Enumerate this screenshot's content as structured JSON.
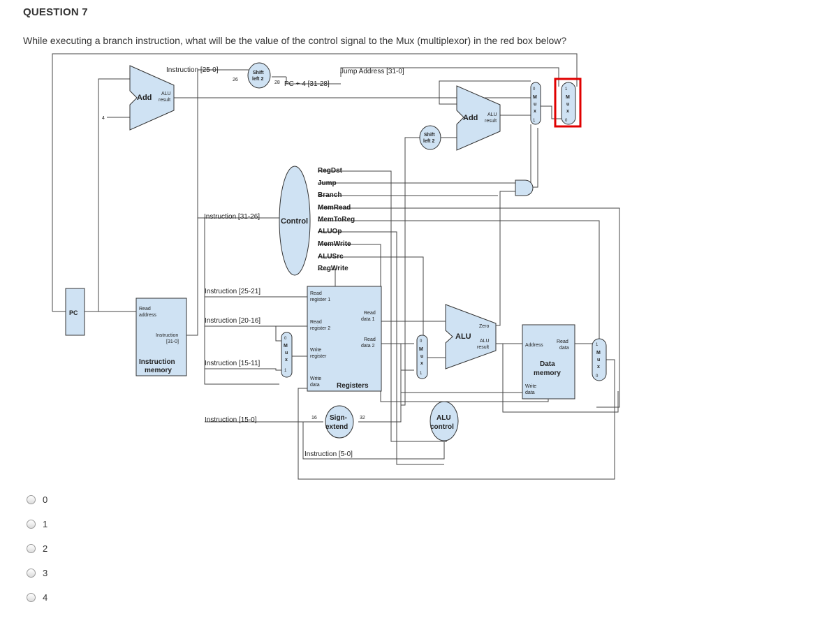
{
  "question": {
    "title": "QUESTION 7",
    "text": "While executing a branch instruction, what will be the value of the control signal to the Mux (multiplexor) in the red box below?"
  },
  "options": [
    "0",
    "1",
    "2",
    "3",
    "4"
  ],
  "colors": {
    "unit_fill": "#cfe2f3",
    "highlight": "#e00000",
    "wire": "#444444"
  },
  "diagram": {
    "labels": {
      "instr_25_0": "Instruction [25-0]",
      "jump_address": "Jump Address [31-0]",
      "pc4_31_28": "PC + 4 [31-28]",
      "bits26": "26",
      "bits28": "28",
      "shift_left_2a": "Shift",
      "shift_left_2b": "left 2",
      "add": "Add",
      "alu": "ALU",
      "result": "result",
      "const4": "4",
      "mux_m": "M",
      "mux_u": "u",
      "mux_x": "x",
      "zero_in": "0",
      "one_in": "1",
      "regdst": "RegDst",
      "jump": "Jump",
      "branch": "Branch",
      "memread": "MemRead",
      "control": "Control",
      "memtoreg": "MemToReg",
      "aluop": "ALUOp",
      "memwrite": "MemWrite",
      "alusrc": "ALUSrc",
      "regwrite": "RegWrite",
      "instr_31_26": "Instruction [31-26]",
      "instr_25_21": "Instruction [25-21]",
      "instr_20_16": "Instruction [20-16]",
      "instr_15_11": "Instruction [15-11]",
      "instr_15_0": "Instruction [15-0]",
      "instr_5_0": "Instruction [5-0]",
      "pc": "PC",
      "read_address_a": "Read",
      "read_address_b": "address",
      "instruction_a": "Instruction",
      "instruction_b": "[31-0]",
      "instr_mem_a": "Instruction",
      "instr_mem_b": "memory",
      "read_reg1_a": "Read",
      "read_reg1_b": "register 1",
      "read_reg2_a": "Read",
      "read_reg2_b": "register 2",
      "write_reg_a": "Write",
      "write_reg_b": "register",
      "write_data_a": "Write",
      "write_data_b": "data",
      "registers": "Registers",
      "read_data1_a": "Read",
      "read_data1_b": "data 1",
      "read_data2_a": "Read",
      "read_data2_b": "data 2",
      "zero": "Zero",
      "sign_a": "Sign-",
      "sign_b": "extend",
      "bits16": "16",
      "bits32": "32",
      "alu_control_a": "ALU",
      "alu_control_b": "control",
      "address": "Address",
      "dm_read_a": "Read",
      "dm_read_b": "data",
      "data_mem_a": "Data",
      "data_mem_b": "memory",
      "dm_write_a": "Write",
      "dm_write_b": "data"
    }
  }
}
